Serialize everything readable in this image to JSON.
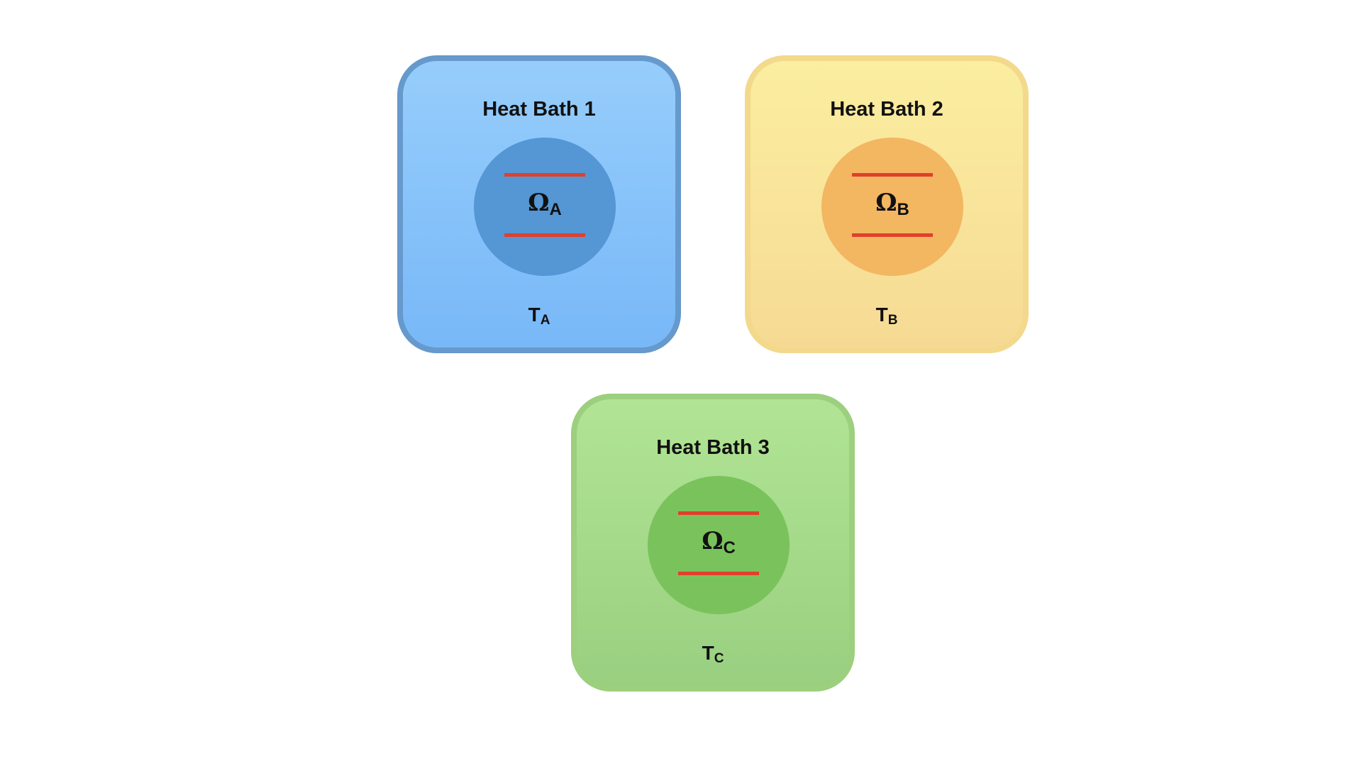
{
  "baths": [
    {
      "title": "Heat Bath 1",
      "frequency_symbol": "Ω",
      "frequency_subscript": "A",
      "temperature_symbol": "T",
      "temperature_subscript": "A",
      "fill_color": "#8cc4fa",
      "border_color": "#6699cc",
      "system_color": "#5596d4"
    },
    {
      "title": "Heat Bath 2",
      "frequency_symbol": "Ω",
      "frequency_subscript": "B",
      "temperature_symbol": "T",
      "temperature_subscript": "B",
      "fill_color": "#f9e69a",
      "border_color": "#f3d98c",
      "system_color": "#f3b661"
    },
    {
      "title": "Heat Bath 3",
      "frequency_symbol": "Ω",
      "frequency_subscript": "C",
      "temperature_symbol": "T",
      "temperature_subscript": "C",
      "fill_color": "#a8dd8c",
      "border_color": "#9ccf7e",
      "system_color": "#7ac35c"
    }
  ],
  "energy_level_color": "#e0402c"
}
